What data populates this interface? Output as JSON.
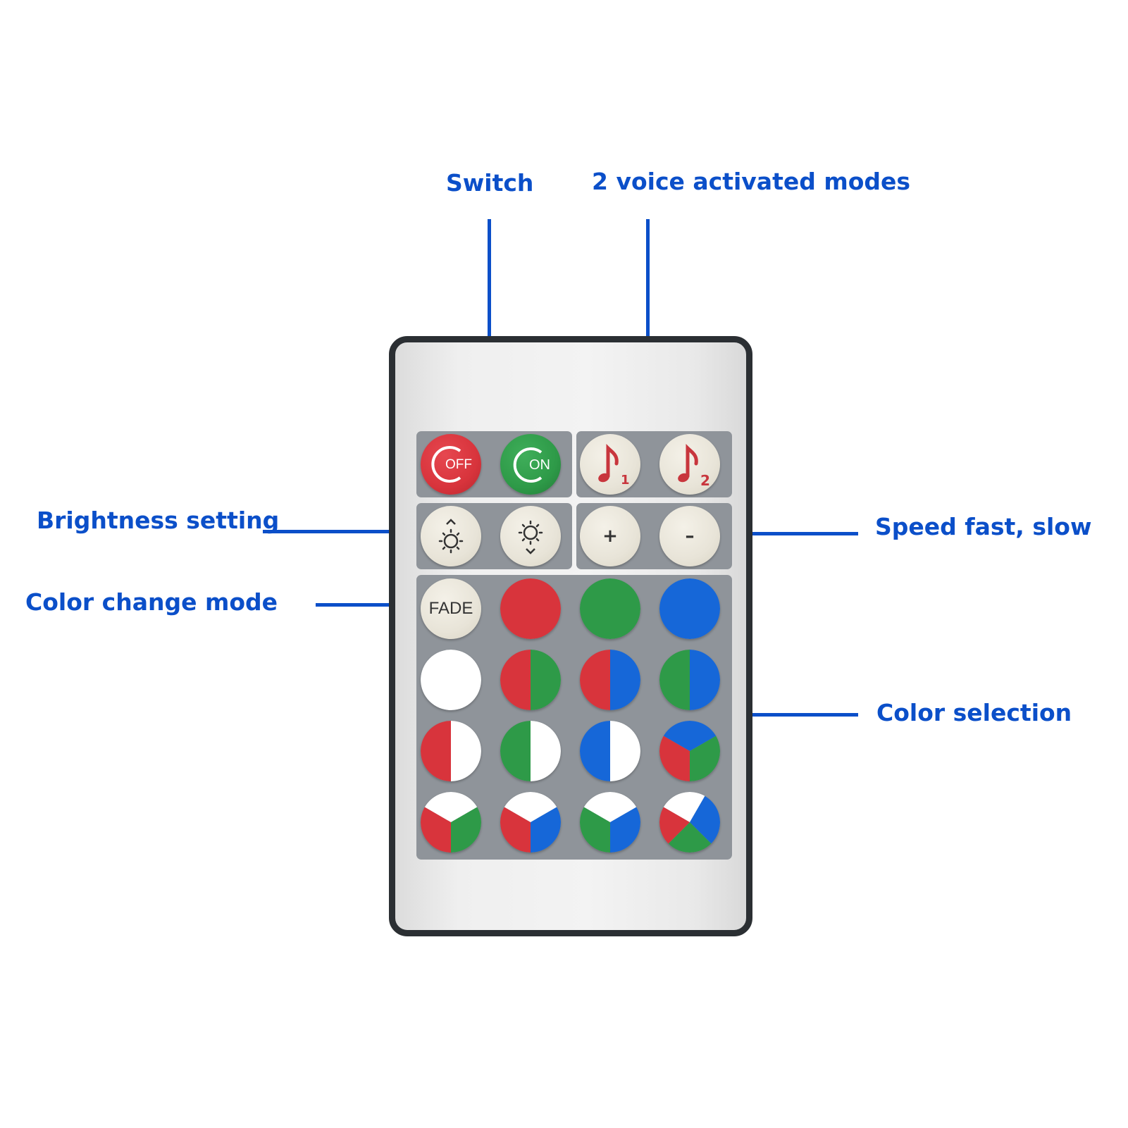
{
  "labels": {
    "switch": "Switch",
    "voice_modes": "2 voice activated modes",
    "brightness": "Brightness setting",
    "speed": "Speed fast, slow",
    "color_change": "Color change mode",
    "color_selection": "Color selection"
  },
  "buttons": {
    "off": "OFF",
    "on": "ON",
    "music1_num": "1",
    "music2_num": "2",
    "speed_up": "+",
    "speed_down": "–",
    "fade": "FADE"
  },
  "colors": {
    "label_blue": "#0b4fc9",
    "red": "#d8343c",
    "green": "#2e9a48",
    "blue": "#1667d8",
    "white": "#ffffff",
    "panel_gray": "#8f949a",
    "button_beige": "#e8e4d8"
  },
  "icons": {
    "off": "power-icon",
    "on": "power-icon",
    "music": "music-note-icon",
    "brightness_up": "sun-up-icon",
    "brightness_down": "sun-down-icon"
  },
  "color_grid": [
    [
      "red"
    ],
    [
      "green"
    ],
    [
      "blue"
    ],
    [
      "white"
    ],
    [
      "red",
      "green"
    ],
    [
      "red",
      "blue"
    ],
    [
      "green",
      "blue"
    ],
    [
      "red",
      "white"
    ],
    [
      "green",
      "white"
    ],
    [
      "blue",
      "white"
    ],
    [
      "blue",
      "green",
      "red"
    ],
    [
      "white",
      "green",
      "red"
    ],
    [
      "white",
      "blue",
      "red"
    ],
    [
      "white",
      "blue",
      "green"
    ],
    [
      "white",
      "blue",
      "green",
      "red"
    ]
  ]
}
